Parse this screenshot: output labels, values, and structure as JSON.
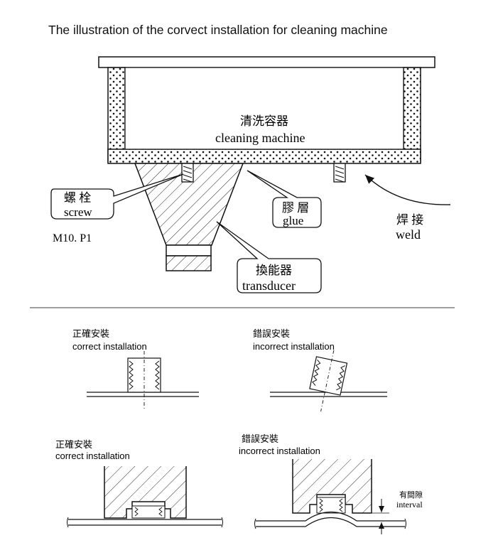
{
  "title": "The illustration of the corvect installation for cleaning machine",
  "top_diagram": {
    "machine_cn": "清洗容器",
    "machine_en": "cleaning machine",
    "screw_cn": "螺 栓",
    "screw_en": "screw",
    "model": "M10. P1",
    "glue_cn": "膠 層",
    "glue_en": "glue",
    "weld_cn": "焊 接",
    "weld_en": "weld",
    "transducer_cn": "換能器",
    "transducer_en": "transducer"
  },
  "bottom_diagram": {
    "tl_cn": "正確安裝",
    "tl_en": "correct installation",
    "tr_cn": "錯誤安裝",
    "tr_en": "incorrect installation",
    "bl_cn": "正確安裝",
    "bl_en": "correct installation",
    "br_cn": "錯誤安裝",
    "br_en": "incorrect installation",
    "gap_cn": "有間隙",
    "gap_en": "interval"
  }
}
